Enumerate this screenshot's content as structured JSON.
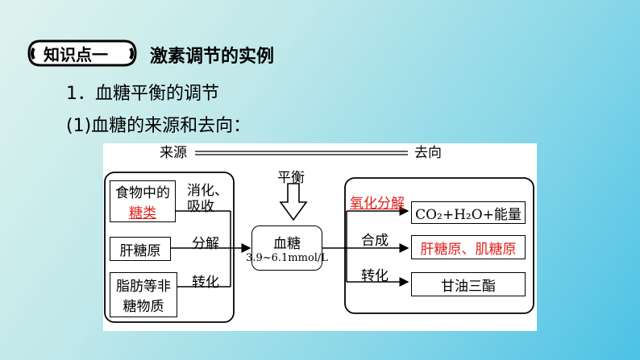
{
  "header": {
    "badge": "知识点一",
    "title": "激素调节的实例"
  },
  "content": {
    "line1": "1．血糖平衡的调节",
    "line2": "(1)血糖的来源和去向："
  },
  "diagram": {
    "source_label": "来源",
    "dest_label": "去向",
    "balance_label": "平衡",
    "sources": {
      "food_part1": "食物中的",
      "food_part2": "糖类",
      "glycogen": "肝糖原",
      "nonsugar_part1": "脂肪等非",
      "nonsugar_part2": "糖物质"
    },
    "source_arrows": {
      "digest_part1": "消化、",
      "digest_part2": "吸收",
      "decompose": "分解",
      "convert": "转化"
    },
    "center": {
      "name": "血糖",
      "range": "3.9~6.1mmol/L"
    },
    "dest_arrows": {
      "oxidize": "氧化分解",
      "synthesize": "合成",
      "convert": "转化"
    },
    "dests": {
      "energy": "CO₂+H₂O+能量",
      "glycogens": "肝糖原、肌糖原",
      "triglyceride": "甘油三酯"
    },
    "colors": {
      "highlight": "#e0201a",
      "outline": "#000000"
    }
  }
}
